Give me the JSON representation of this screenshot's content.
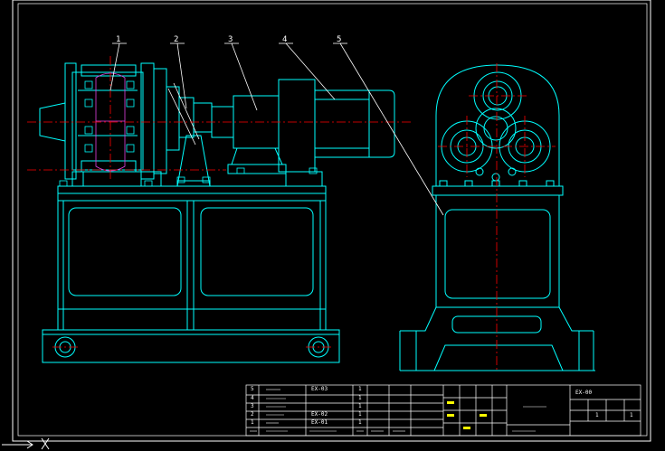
{
  "leaders": [
    "1",
    "2",
    "3",
    "4",
    "5"
  ],
  "bom": {
    "rows": [
      {
        "no": "5",
        "code": "EX-03",
        "qty": "1"
      },
      {
        "no": "4",
        "code": "",
        "qty": "1"
      },
      {
        "no": "3",
        "code": "",
        "qty": "1"
      },
      {
        "no": "2",
        "code": "EX-02",
        "qty": "1"
      },
      {
        "no": "1",
        "code": "EX-01",
        "qty": "1"
      }
    ]
  },
  "title_block": {
    "code": "EX-00",
    "scale": "1",
    "sheet": "1"
  },
  "colors": {
    "outline": "#00ffff",
    "center": "#ff0000",
    "leader": "#ffffff",
    "part": "#e040e0",
    "yellow": "#ffff00",
    "ucs": "#ffffff"
  }
}
